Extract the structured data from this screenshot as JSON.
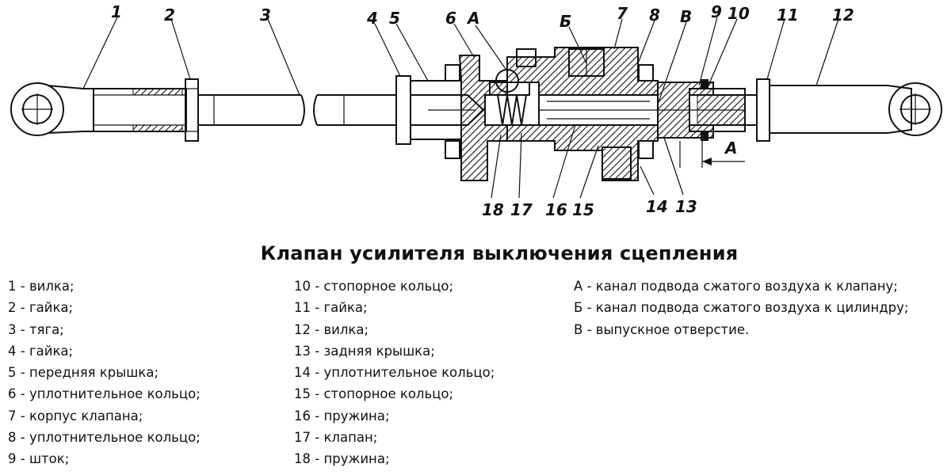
{
  "title": "Клапан усилителя выключения сцепления",
  "callouts": [
    "1",
    "2",
    "3",
    "4",
    "5",
    "6",
    "А",
    "Б",
    "7",
    "8",
    "В",
    "9",
    "10",
    "11",
    "12",
    "18",
    "17",
    "16",
    "15",
    "14",
    "13"
  ],
  "dimension_label": "А",
  "legend": {
    "col1": [
      "1 - вилка;",
      "2 - гайка;",
      "3 - тяга;",
      "4 - гайка;",
      "5 - передняя крышка;",
      "6 - уплотнительное кольцо;",
      "7 - корпус клапана;",
      "8 - уплотнительное кольцо;",
      "9 - шток;"
    ],
    "col2": [
      "10 - стопорное кольцо;",
      "11 - гайка;",
      "12 - вилка;",
      "13 - задняя крышка;",
      "14 - уплотнительное кольцо;",
      "15 - стопорное кольцо;",
      "16 - пружина;",
      "17 - клапан;",
      "18 - пружина;"
    ],
    "col3": [
      "А - канал подвода сжатого воздуха к клапану;",
      "Б - канал подвода сжатого воздуха к цилиндру;",
      "В - выпускное отверстие."
    ]
  }
}
